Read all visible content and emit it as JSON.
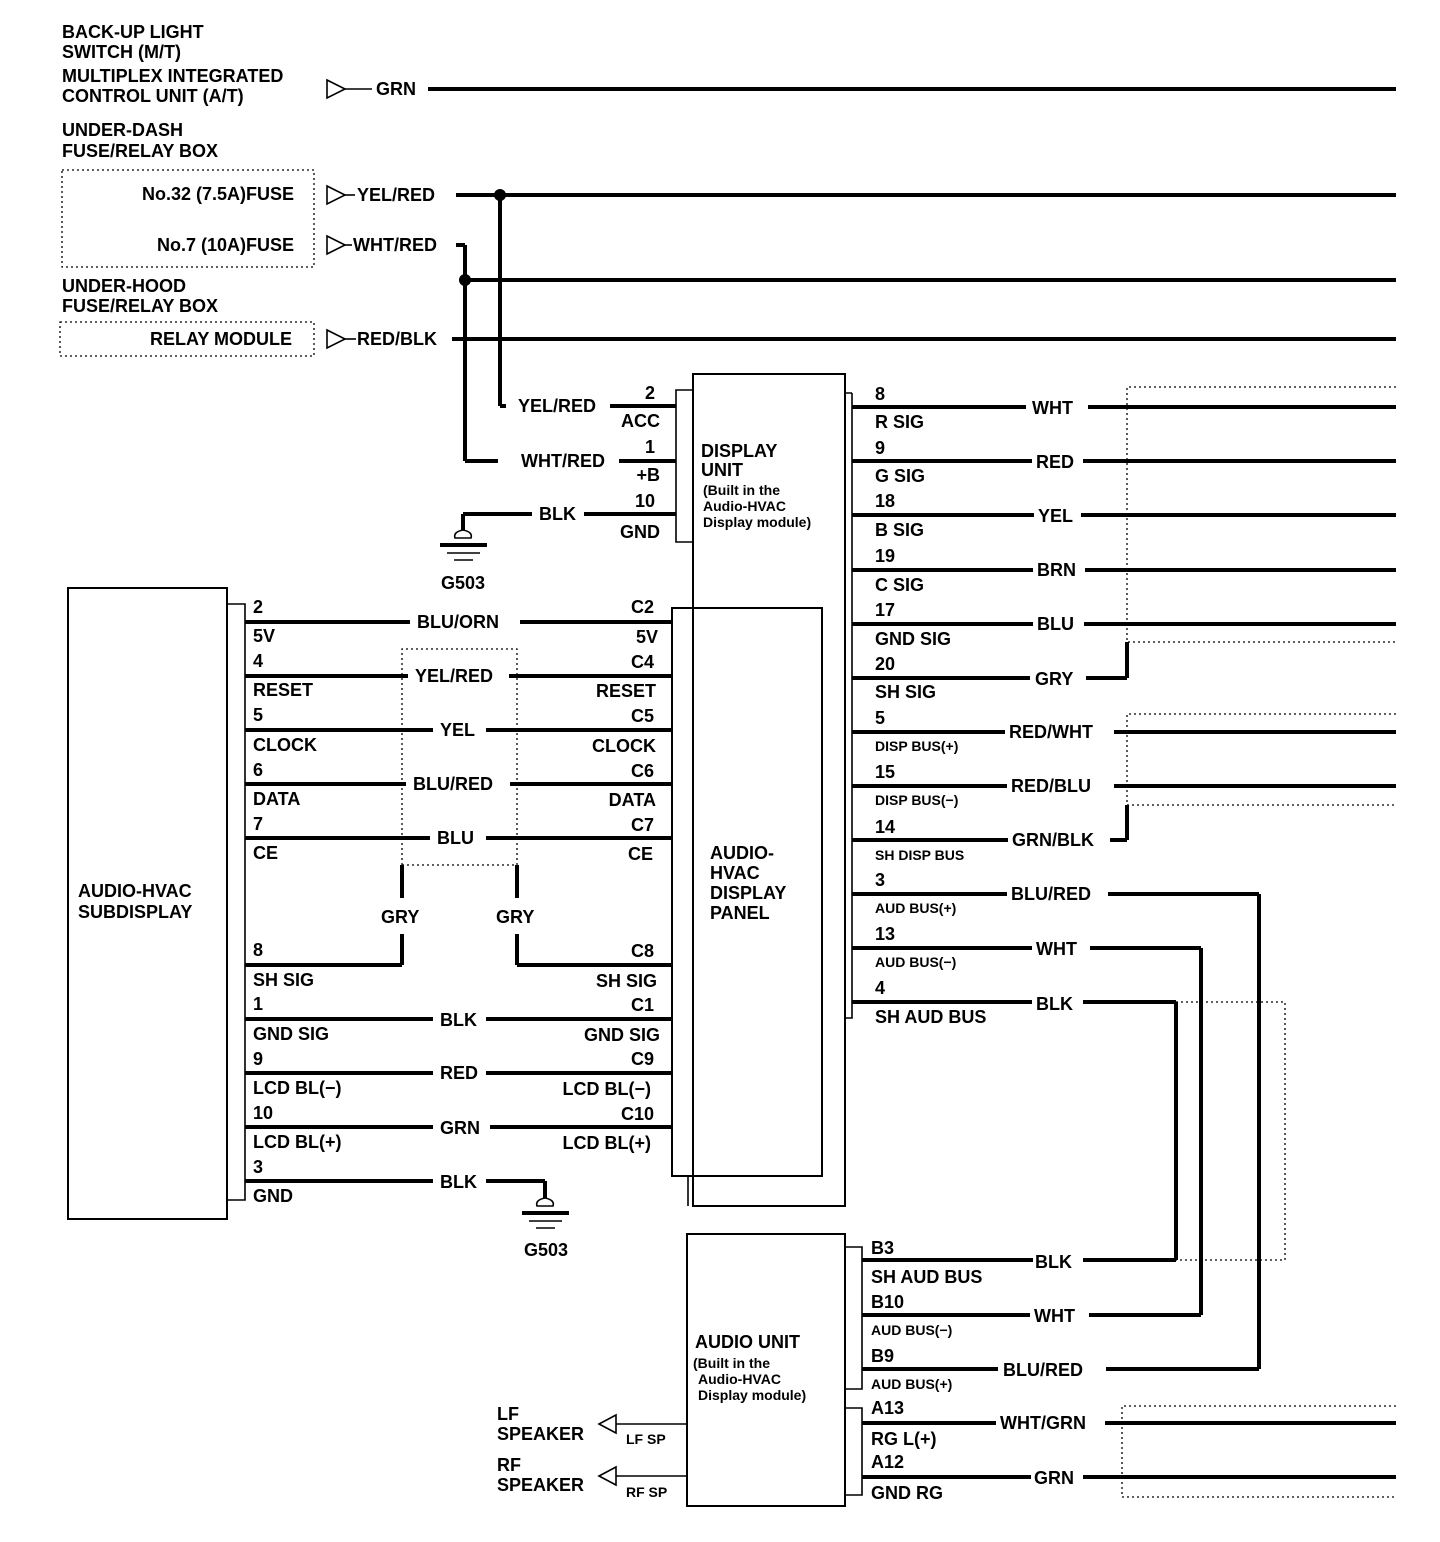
{
  "sources": {
    "backup_switch": [
      "BACK-UP LIGHT",
      "SWITCH (M/T)"
    ],
    "mux_unit": [
      "MULTIPLEX INTEGRATED",
      "CONTROL UNIT (A/T)"
    ],
    "mux_wire": "GRN",
    "underdash_box": [
      "UNDER-DASH",
      "FUSE/RELAY BOX"
    ],
    "fuse32": "No.32 (7.5A)FUSE",
    "fuse32_wire": "YEL/RED",
    "fuse7": "No.7 (10A)FUSE",
    "fuse7_wire": "WHT/RED",
    "underhood_box": [
      "UNDER-HOOD",
      "FUSE/RELAY BOX"
    ],
    "relay_module": "RELAY MODULE",
    "relay_wire": "RED/BLK"
  },
  "display_unit": {
    "title": [
      "DISPLAY",
      "UNIT"
    ],
    "subtitle": [
      "(Built in the",
      "Audio-HVAC",
      "Display module)"
    ],
    "left_pins": [
      {
        "pin": "2",
        "name": "ACC",
        "wire": "YEL/RED"
      },
      {
        "pin": "1",
        "name": "+B",
        "wire": "WHT/RED"
      },
      {
        "pin": "10",
        "name": "GND",
        "wire": "BLK"
      }
    ],
    "right_pins": [
      {
        "pin": "8",
        "name": "R SIG",
        "wire": "WHT"
      },
      {
        "pin": "9",
        "name": "G SIG",
        "wire": "RED"
      },
      {
        "pin": "18",
        "name": "B SIG",
        "wire": "YEL"
      },
      {
        "pin": "19",
        "name": "C SIG",
        "wire": "BRN"
      },
      {
        "pin": "17",
        "name": "GND SIG",
        "wire": "BLU"
      },
      {
        "pin": "20",
        "name": "SH SIG",
        "wire": "GRY"
      },
      {
        "pin": "5",
        "name": "DISP BUS(+)",
        "wire": "RED/WHT"
      },
      {
        "pin": "15",
        "name": "DISP BUS(−)",
        "wire": "RED/BLU"
      },
      {
        "pin": "14",
        "name": "SH DISP BUS",
        "wire": "GRN/BLK"
      },
      {
        "pin": "3",
        "name": "AUD BUS(+)",
        "wire": "BLU/RED"
      },
      {
        "pin": "13",
        "name": "AUD BUS(−)",
        "wire": "WHT"
      },
      {
        "pin": "4",
        "name": "SH AUD BUS",
        "wire": "BLK"
      }
    ]
  },
  "ground_top": "G503",
  "subdisplay": {
    "title": [
      "AUDIO-HVAC",
      "SUBDISPLAY"
    ],
    "pins": [
      {
        "pin": "2",
        "name": "5V",
        "wire": "BLU/ORN",
        "panel_pin": "C2",
        "panel_name": "5V"
      },
      {
        "pin": "4",
        "name": "RESET",
        "wire": "YEL/RED",
        "panel_pin": "C4",
        "panel_name": "RESET"
      },
      {
        "pin": "5",
        "name": "CLOCK",
        "wire": "YEL",
        "panel_pin": "C5",
        "panel_name": "CLOCK"
      },
      {
        "pin": "6",
        "name": "DATA",
        "wire": "BLU/RED",
        "panel_pin": "C6",
        "panel_name": "DATA"
      },
      {
        "pin": "7",
        "name": "CE",
        "wire": "BLU",
        "panel_pin": "C7",
        "panel_name": "CE"
      },
      {
        "pin": "8",
        "name": "SH SIG",
        "wire": "GRY",
        "panel_pin": "C8",
        "panel_name": "SH SIG"
      },
      {
        "pin": "1",
        "name": "GND SIG",
        "wire": "BLK",
        "panel_pin": "C1",
        "panel_name": "GND SIG"
      },
      {
        "pin": "9",
        "name": "LCD BL(−)",
        "wire": "RED",
        "panel_pin": "C9",
        "panel_name": "LCD BL(−)"
      },
      {
        "pin": "10",
        "name": "LCD BL(+)",
        "wire": "GRN",
        "panel_pin": "C10",
        "panel_name": "LCD BL(+)"
      },
      {
        "pin": "3",
        "name": "GND",
        "wire": "BLK"
      }
    ],
    "shield_wire_right": "GRY"
  },
  "ground_bottom": "G503",
  "panel": {
    "title": [
      "AUDIO-",
      "HVAC",
      "DISPLAY",
      "PANEL"
    ]
  },
  "audio_unit": {
    "title": "AUDIO UNIT",
    "subtitle": [
      "(Built in the",
      "Audio-HVAC",
      "Display module)"
    ],
    "right_pins": [
      {
        "pin": "B3",
        "name": "SH AUD BUS",
        "wire": "BLK"
      },
      {
        "pin": "B10",
        "name": "AUD BUS(−)",
        "wire": "WHT"
      },
      {
        "pin": "B9",
        "name": "AUD BUS(+)",
        "wire": "BLU/RED"
      },
      {
        "pin": "A13",
        "name": "RG L(+)",
        "wire": "WHT/GRN"
      },
      {
        "pin": "A12",
        "name": "GND RG",
        "wire": "GRN"
      }
    ],
    "outputs": [
      {
        "name": [
          "LF",
          "SPEAKER"
        ],
        "pin": "LF SP"
      },
      {
        "name": [
          "RF",
          "SPEAKER"
        ],
        "pin": "RF SP"
      }
    ]
  }
}
